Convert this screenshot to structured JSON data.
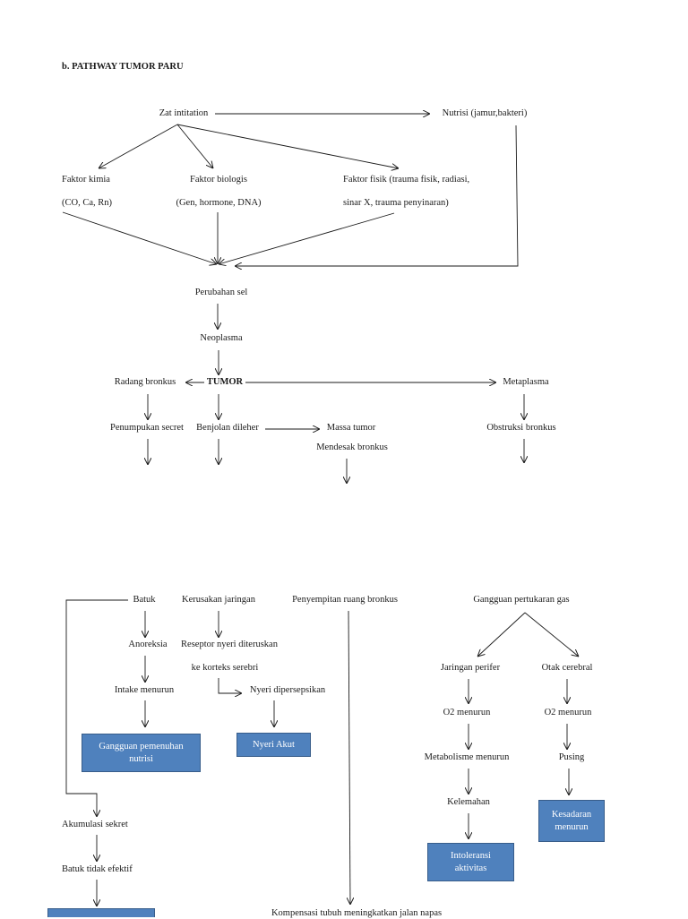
{
  "title": "b.  PATHWAY TUMOR PARU",
  "nodes": {
    "zat": "Zat intitation",
    "nutrisi": "Nutrisi (jamur,bakteri)",
    "kimia_1": "Faktor kimia",
    "kimia_2": "(CO, Ca, Rn)",
    "biologis_1": "Faktor biologis",
    "biologis_2": "(Gen, hormone, DNA)",
    "fisik_1": "Faktor fisik (trauma fisik, radiasi,",
    "fisik_2": "sinar X, trauma penyinaran)",
    "perubahan_sel": "Perubahan sel",
    "neoplasma": "Neoplasma",
    "tumor": "TUMOR",
    "radang": "Radang bronkus",
    "metaplasma": "Metaplasma",
    "penumpukan": "Penumpukan secret",
    "benjolan": "Benjolan dileher",
    "massa_1": "Massa tumor",
    "massa_2": "Mendesak bronkus",
    "obstruksi": "Obstruksi bronkus",
    "batuk": "Batuk",
    "kerusakan": "Kerusakan jaringan",
    "penyempitan": "Penyempitan ruang bronkus",
    "gangguan_gas": "Gangguan pertukaran gas",
    "anoreksia": "Anoreksia",
    "reseptor_1": "Reseptor nyeri diteruskan",
    "reseptor_2": "ke korteks serebri",
    "jaringan_perifer": "Jaringan perifer",
    "otak": "Otak cerebral",
    "intake": "Intake menurun",
    "nyeri_dipersepsikan": "Nyeri dipersepsikan",
    "o2_kiri": "O2 menurun",
    "o2_kanan": "O2 menurun",
    "metabolisme": "Metabolisme menurun",
    "pusing": "Pusing",
    "kelemahan": "Kelemahan",
    "akumulasi": "Akumulasi sekret",
    "batuk_tidak": "Batuk tidak efektif",
    "kompensasi": "Kompensasi tubuh meningkatkan jalan napas"
  },
  "boxes": {
    "gangguan_nutrisi_1": "Gangguan pemenuhan",
    "gangguan_nutrisi_2": "nutrisi",
    "nyeri_akut": "Nyeri Akut",
    "kesadaran_1": "Kesadaran",
    "kesadaran_2": "menurun",
    "intoleransi_1": "Intoleransi",
    "intoleransi_2": "aktivitas"
  },
  "colors": {
    "box_fill": "#4f81bd",
    "box_border": "#385d8a",
    "line": "#1a1a1a"
  }
}
